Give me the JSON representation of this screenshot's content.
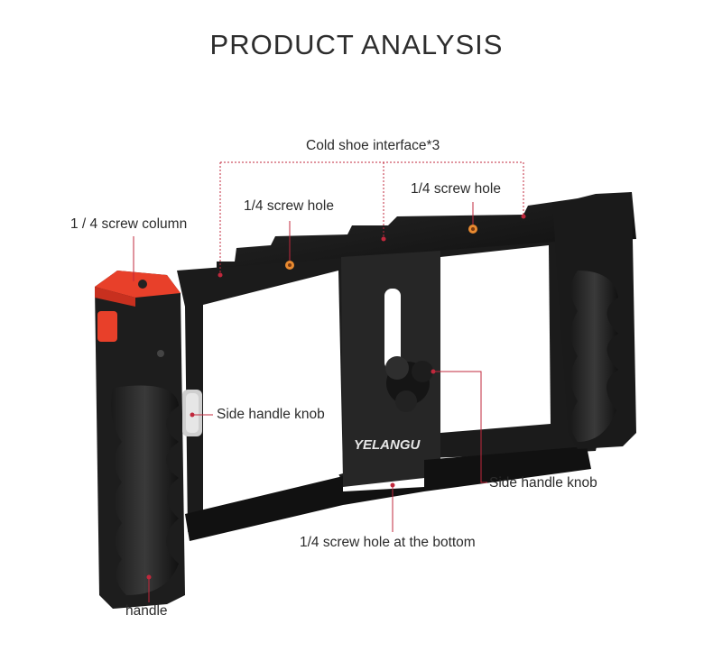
{
  "title": "PRODUCT ANALYSIS",
  "brand": "YELANGU",
  "labels": {
    "cold_shoe": "Cold shoe interface*3",
    "screw_hole_left": "1/4 screw hole",
    "screw_hole_right": "1/4 screw hole",
    "screw_column": "1 / 4 screw column",
    "side_knob_left": "Side handle knob",
    "side_knob_right": "Side handle knob",
    "bottom_hole": "1/4 screw hole at the bottom",
    "handle": "handle"
  },
  "colors": {
    "background": "#ffffff",
    "callout_line": "#c0283c",
    "body": "#141414",
    "accent": "#e8402a"
  }
}
